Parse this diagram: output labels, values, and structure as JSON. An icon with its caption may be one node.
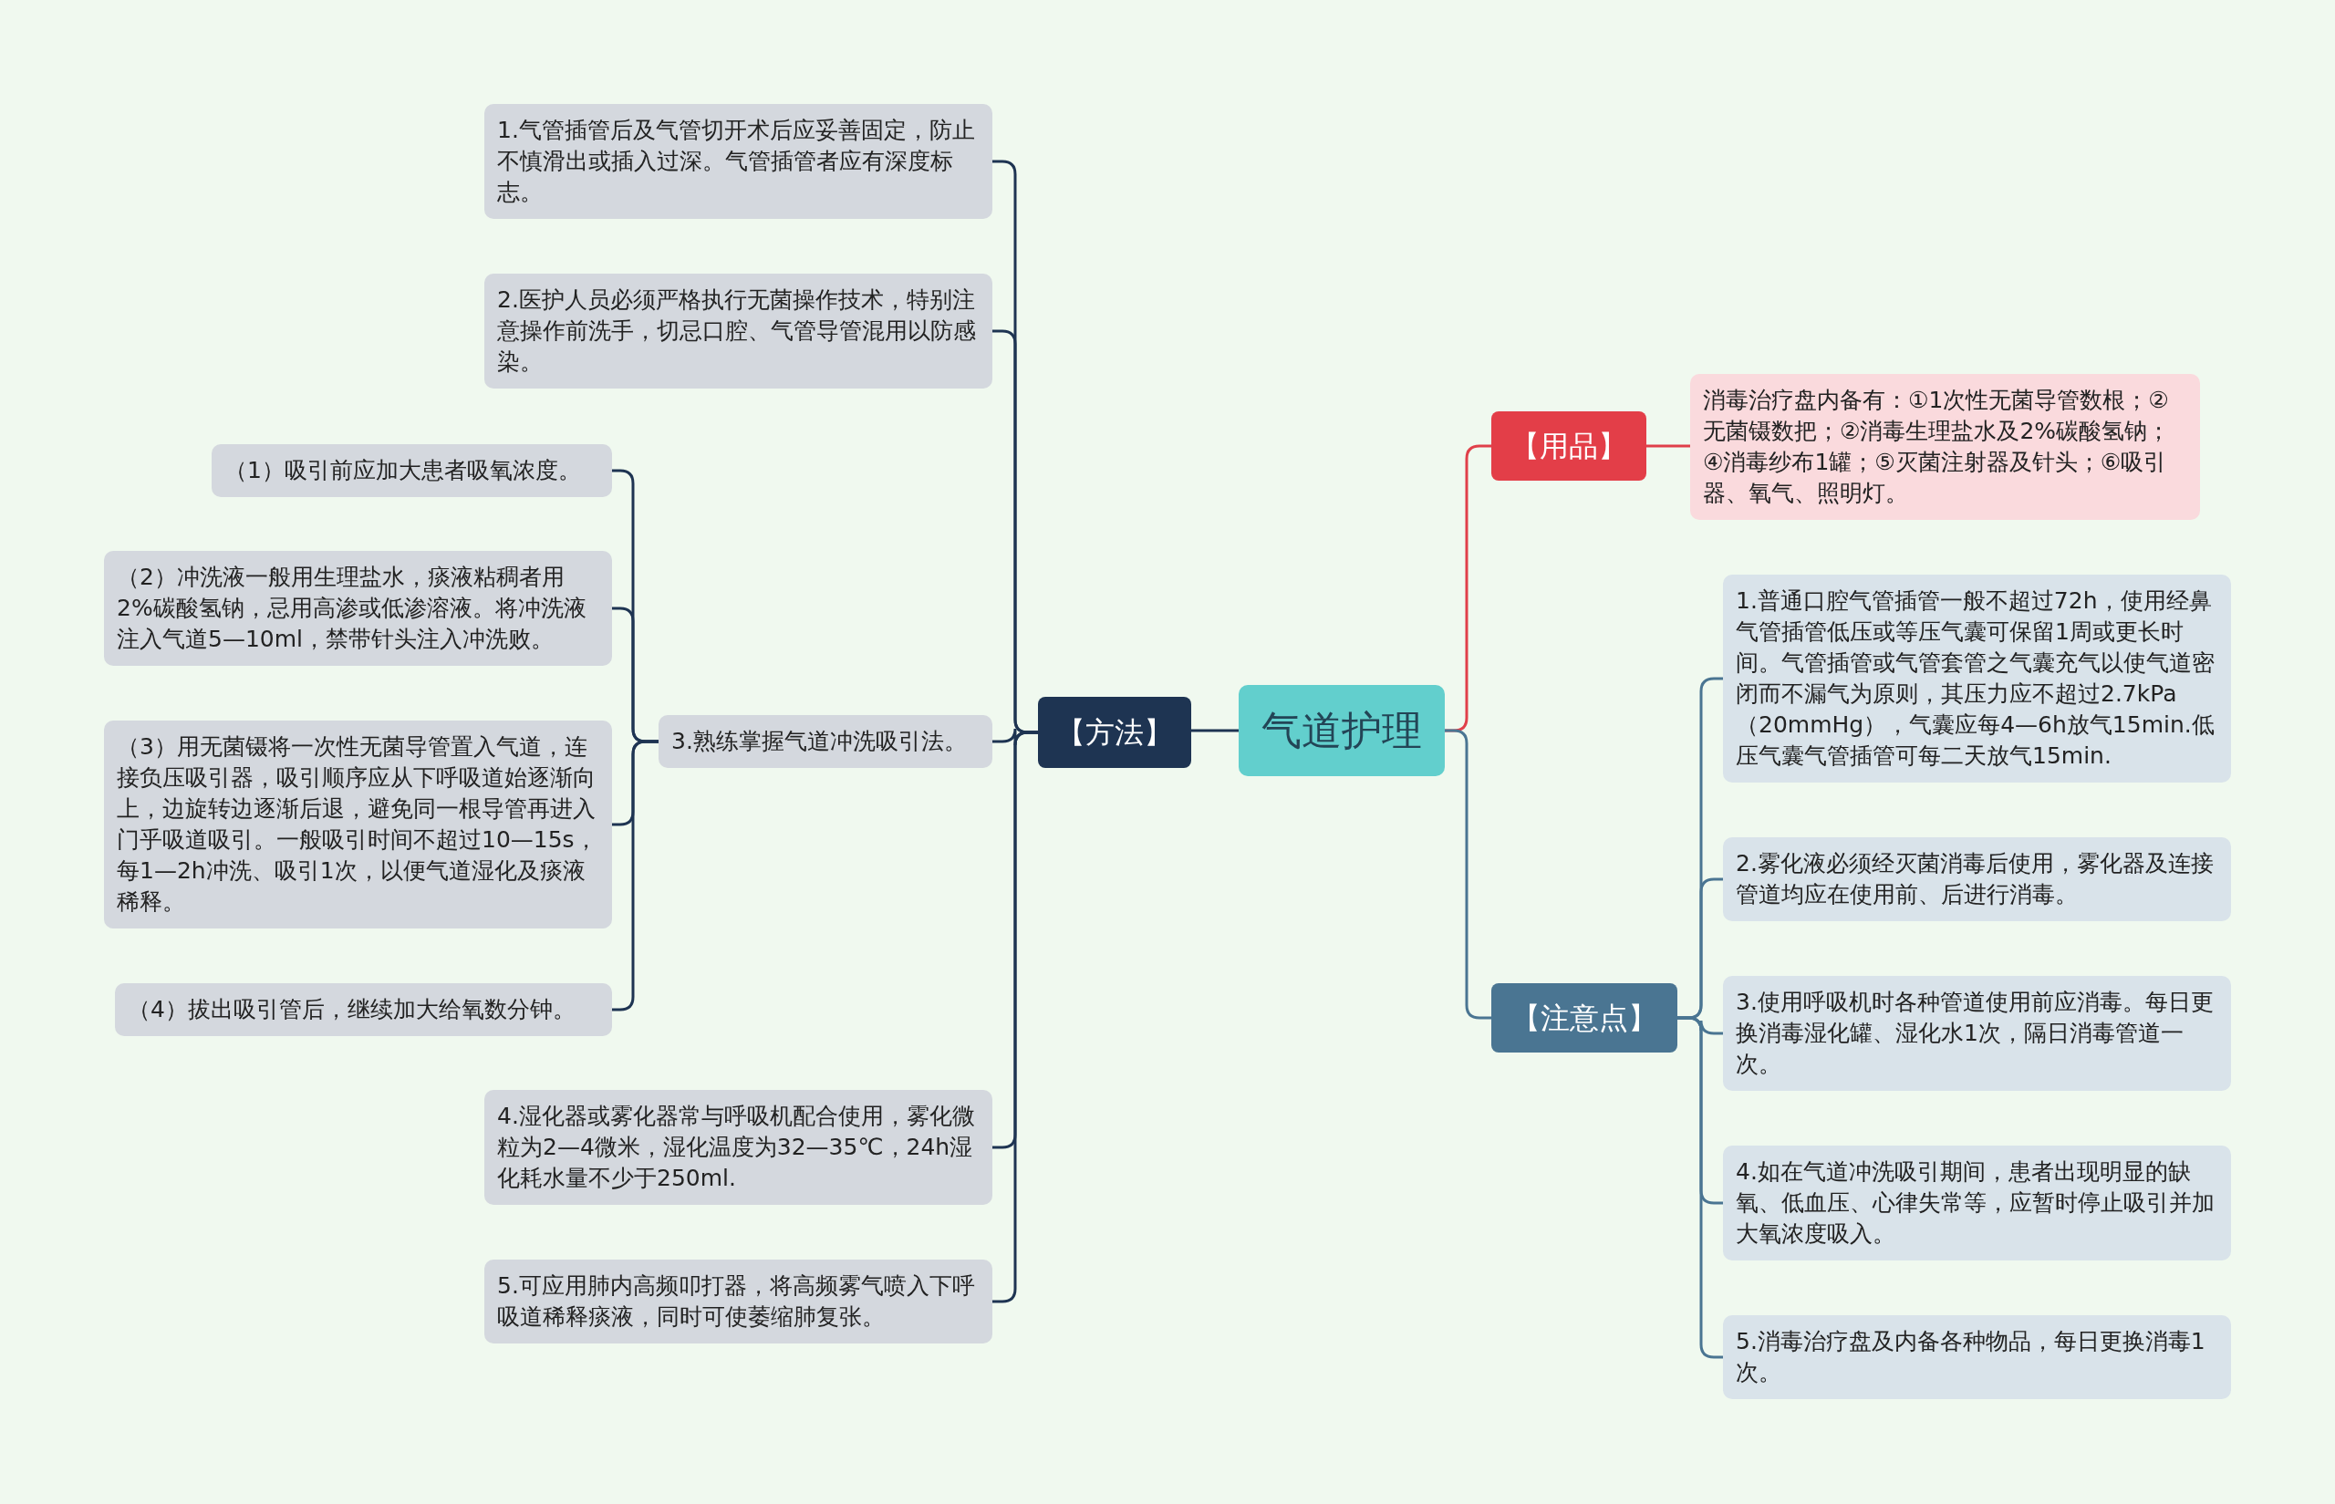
{
  "diagram": {
    "nodes": [
      {
        "text": [
          "气道护理"
        ]
      },
      {
        "text": [
          "【方法】"
        ]
      },
      {
        "text": [
          "1.气管插管后及气管切开术后应妥善固定，防止不慎滑出或插入过深。气管插管者应有深度标志。"
        ]
      },
      {
        "text": [
          "2.医护人员必须严格执行无菌操作技术，特别注意操作前洗手，切忌口腔、气管导管混用以防感染。"
        ]
      },
      {
        "text": [
          "3.熟练掌握气道冲洗吸引法。"
        ]
      },
      {
        "text": [
          "（1）吸引前应加大患者吸氧浓度。"
        ]
      },
      {
        "text": [
          "（2）冲洗液一般用生理盐水，痰液粘稠者用2%碳酸氢钠，忌用高渗或低渗溶液。将冲洗液注入气道5—10ml，禁带针头注入冲洗败。"
        ]
      },
      {
        "text": [
          "（3）用无菌镊将一次性无菌导管置入气道，连接负压吸引器，吸引顺序应从下呼吸道始逐渐向上，边旋转边逐渐后退，避免同一根导管再进入门乎吸道吸引。一般吸引时间不超过10—15s，每1—2h冲洗、吸引1次，以便气道湿化及痰液稀释。"
        ]
      },
      {
        "text": [
          "（4）拔出吸引管后，继续加大给氧数分钟。"
        ]
      },
      {
        "text": [
          "4.湿化器或雾化器常与呼吸机配合使用，雾化微粒为2—4微米，湿化温度为32—35℃，24h湿化耗水量不少于250ml."
        ]
      },
      {
        "text": [
          "5.可应用肺内高频叩打器，将高频雾气喷入下呼吸道稀释痰液，同时可使萎缩肺复张。"
        ]
      },
      {
        "text": [
          "【用品】"
        ]
      },
      {
        "text": [
          "消毒治疗盘内备有：①1次性无菌导管数根；②无菌镊数把；②消毒生理盐水及2%碳酸氢钠；④消毒纱布1罐；⑤灭菌注射器及针头；⑥吸引器、氧气、照明灯。"
        ]
      },
      {
        "text": [
          "【注意点】"
        ]
      },
      {
        "text": [
          "1.普通口腔气管插管一般不超过72h，使用经鼻气管插管低压或等压气囊可保留1周或更长时间。气管插管或气管套管之气囊充气以使气道密闭而不漏气为原则，其压力应不超过2.7kPa（20mmHg），气囊应每4—6h放气15min.低压气囊气管插管可每二天放气15min."
        ]
      },
      {
        "text": [
          "2.雾化液必须经灭菌消毒后使用，雾化器及连接管道均应在使用前、后进行消毒。"
        ]
      },
      {
        "text": [
          "3.使用呼吸机时各种管道使用前应消毒。每日更换消毒湿化罐、湿化水1次，隔日消毒管道一次。"
        ]
      },
      {
        "text": [
          "4.如在气道冲洗吸引期间，患者出现明显的缺氧、低血压、心律失常等，应暂时停止吸引并加大氧浓度吸入。"
        ]
      },
      {
        "text": [
          "5.消毒治疗盘及内备各种物品，每日更换消毒1次。"
        ]
      }
    ],
    "edges": [
      {
        "from": 0,
        "to": 1,
        "arrow": "none"
      },
      {
        "from": 1,
        "to": 2,
        "arrow": "none"
      },
      {
        "from": 1,
        "to": 3,
        "arrow": "none"
      },
      {
        "from": 1,
        "to": 4,
        "arrow": "none"
      },
      {
        "from": 4,
        "to": 5,
        "arrow": "none"
      },
      {
        "from": 4,
        "to": 6,
        "arrow": "none"
      },
      {
        "from": 4,
        "to": 7,
        "arrow": "none"
      },
      {
        "from": 4,
        "to": 8,
        "arrow": "none"
      },
      {
        "from": 1,
        "to": 9,
        "arrow": "none"
      },
      {
        "from": 1,
        "to": 10,
        "arrow": "none"
      },
      {
        "from": 0,
        "to": 11,
        "arrow": "none",
        "color": "#e0404a"
      },
      {
        "from": 11,
        "to": 12,
        "arrow": "none",
        "color": "#e0404a"
      },
      {
        "from": 0,
        "to": 13,
        "arrow": "none",
        "color": "#4a7592"
      },
      {
        "from": 13,
        "to": 14,
        "arrow": "none",
        "color": "#4a7592"
      },
      {
        "from": 13,
        "to": 15,
        "arrow": "none",
        "color": "#4a7592"
      },
      {
        "from": 13,
        "to": 16,
        "arrow": "none",
        "color": "#4a7592"
      },
      {
        "from": 13,
        "to": 17,
        "arrow": "none",
        "color": "#4a7592"
      },
      {
        "from": 13,
        "to": 18,
        "arrow": "none",
        "color": "#4a7592"
      }
    ]
  }
}
